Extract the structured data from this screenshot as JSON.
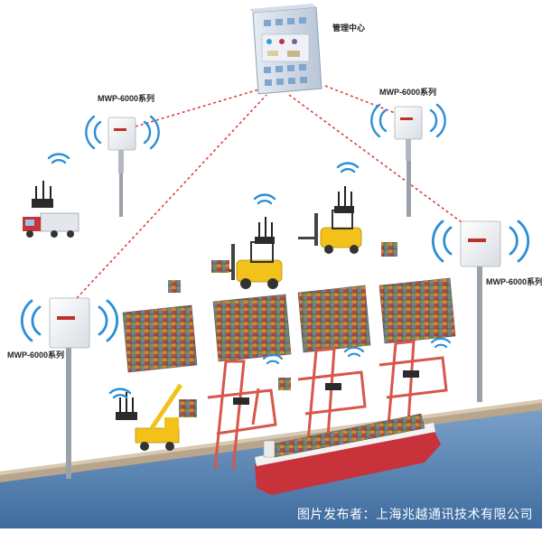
{
  "center": {
    "label": "管理中心",
    "icon": "building-icon"
  },
  "ap_label": "MWP-6000系列",
  "access_points": [
    {
      "name": "ap-top-left"
    },
    {
      "name": "ap-top-right"
    },
    {
      "name": "ap-mid-right"
    },
    {
      "name": "ap-left"
    }
  ],
  "vehicles": [
    "truck-icon",
    "forklift-icon",
    "forklift-icon",
    "crane-truck-icon",
    "gantry-crane-icon",
    "container-ship-icon"
  ],
  "colors": {
    "link": "#d94040",
    "wifi": "#2b8fd6",
    "sea": "#5d86b3",
    "quay": "#c9b59a"
  },
  "caption": "图片发布者：上海兆越通讯技术有限公司"
}
